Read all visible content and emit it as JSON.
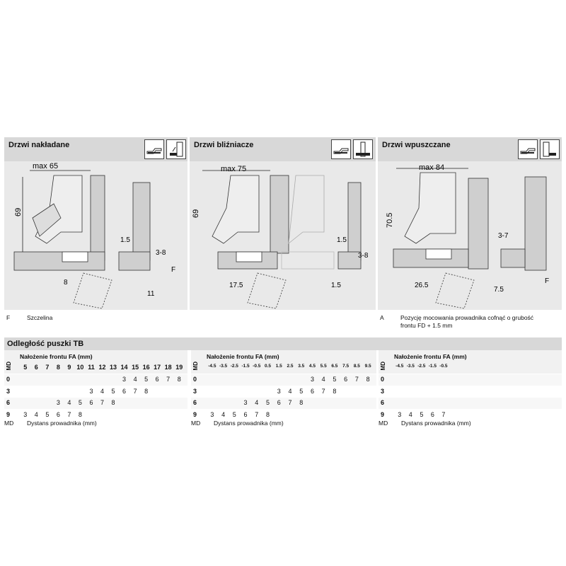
{
  "diagrams": [
    {
      "title": "Drzwi nakładane",
      "dims": {
        "max": "max 65",
        "height": "69",
        "gap1": "1.5",
        "gap2": "3-8",
        "flabel": "F",
        "b1": "8",
        "b2": "11"
      },
      "footnote_key": "F",
      "footnote_text": "Szczelina"
    },
    {
      "title": "Drzwi bliźniacze",
      "dims": {
        "max": "max 75",
        "height": "69",
        "gap1": "1.5",
        "gap2": "3-8",
        "b1": "17.5",
        "b2": "1.5"
      },
      "footnote_key": "",
      "footnote_text": ""
    },
    {
      "title": "Drzwi wpuszczane",
      "dims": {
        "max": "max 84",
        "height": "70.5",
        "gap2": "3-7",
        "flabel": "F",
        "b1": "26.5",
        "b2": "7.5"
      },
      "footnote_key": "A",
      "footnote_text": "Pozycję mocowania prowadnika cofnąć o grubość frontu FD + 1.5 mm"
    }
  ],
  "tables": {
    "title": "Odległość puszki TB",
    "fa_label": "Nałożenie frontu FA (mm)",
    "md_header": "MD",
    "rows": [
      "0",
      "3",
      "6",
      "9"
    ],
    "footer_key": "MD",
    "footer_text": "Dystans prowadnika (mm)",
    "t1": {
      "cols": [
        "5",
        "6",
        "7",
        "8",
        "9",
        "10",
        "11",
        "12",
        "13",
        "14",
        "15",
        "16",
        "17",
        "18",
        "19"
      ],
      "data": [
        [
          "",
          "",
          "",
          "",
          "",
          "",
          "",
          "",
          "",
          "3",
          "4",
          "5",
          "6",
          "7",
          "8"
        ],
        [
          "",
          "",
          "",
          "",
          "",
          "",
          "3",
          "4",
          "5",
          "6",
          "7",
          "8",
          "",
          "",
          ""
        ],
        [
          "",
          "",
          "",
          "3",
          "4",
          "5",
          "6",
          "7",
          "8",
          "",
          "",
          "",
          "",
          "",
          ""
        ],
        [
          "3",
          "4",
          "5",
          "6",
          "7",
          "8",
          "",
          "",
          "",
          "",
          "",
          "",
          "",
          "",
          ""
        ]
      ]
    },
    "t2": {
      "cols": [
        "-4.5",
        "-3.5",
        "-2.5",
        "-1.5",
        "-0.5",
        "0.5",
        "1.5",
        "2.5",
        "3.5",
        "4.5",
        "5.5",
        "6.5",
        "7.5",
        "8.5",
        "9.5"
      ],
      "data": [
        [
          "",
          "",
          "",
          "",
          "",
          "",
          "",
          "",
          "",
          "3",
          "4",
          "5",
          "6",
          "7",
          "8"
        ],
        [
          "",
          "",
          "",
          "",
          "",
          "",
          "3",
          "4",
          "5",
          "6",
          "7",
          "8",
          "",
          "",
          ""
        ],
        [
          "",
          "",
          "",
          "3",
          "4",
          "5",
          "6",
          "7",
          "8",
          "",
          "",
          "",
          "",
          "",
          ""
        ],
        [
          "3",
          "4",
          "5",
          "6",
          "7",
          "8",
          "",
          "",
          "",
          "",
          "",
          "",
          "",
          "",
          ""
        ]
      ]
    },
    "t3": {
      "cols": [
        "-4.5",
        "-3.5",
        "-2.5",
        "-1.5",
        "-0.5",
        "",
        "",
        "",
        "",
        "",
        "",
        "",
        "",
        "",
        ""
      ],
      "data": [
        [
          "",
          "",
          "",
          "",
          "",
          "",
          "",
          "",
          "",
          "",
          "",
          "",
          "",
          "",
          ""
        ],
        [
          "",
          "",
          "",
          "",
          "",
          "",
          "",
          "",
          "",
          "",
          "",
          "",
          "",
          "",
          ""
        ],
        [
          "",
          "",
          "",
          "",
          "",
          "",
          "",
          "",
          "",
          "",
          "",
          "",
          "",
          "",
          ""
        ],
        [
          "3",
          "4",
          "5",
          "6",
          "7",
          "",
          "",
          "",
          "",
          "",
          "",
          "",
          "",
          "",
          ""
        ]
      ]
    }
  }
}
